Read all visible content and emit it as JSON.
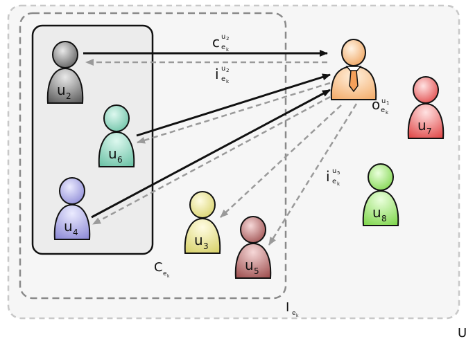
{
  "colors": {
    "outer_region_fill": "#f6f6f6",
    "outer_region_stroke": "#c8c8c8",
    "dashed_region_stroke": "#8a8a8a",
    "solid_box_fill": "#ececec",
    "solid_box_stroke": "#111111",
    "solid_arrow": "#111111",
    "dashed_arrow": "#9a9a9a"
  },
  "regions": {
    "universe": {
      "label": "U"
    },
    "influence": {
      "label": "I",
      "sub": "e",
      "subsub": "k"
    },
    "candidates": {
      "label": "C",
      "sub": "e",
      "subsub": "k"
    }
  },
  "center": {
    "label": "o",
    "sub": "e",
    "subsub": "k",
    "sup": "u",
    "supsub": "1",
    "icon": "businessman-icon",
    "colors": {
      "light": "#fde0c0",
      "mid": "#f7b77c",
      "dark": "#e08a3c",
      "tie": "#f5a05a"
    }
  },
  "users": [
    {
      "id": "u2",
      "label": "u",
      "sub": "2",
      "icon": "user-icon",
      "light": "#e9e9e9",
      "dark": "#5a5a5a"
    },
    {
      "id": "u6",
      "label": "u",
      "sub": "6",
      "icon": "user-icon",
      "light": "#ddf8ef",
      "dark": "#6cc2a6"
    },
    {
      "id": "u4",
      "label": "u",
      "sub": "4",
      "icon": "user-icon",
      "light": "#ebebff",
      "dark": "#8d8ad6"
    },
    {
      "id": "u3",
      "label": "u",
      "sub": "3",
      "icon": "user-icon",
      "light": "#fffce2",
      "dark": "#d8d26a"
    },
    {
      "id": "u5",
      "label": "u",
      "sub": "5",
      "icon": "user-icon",
      "light": "#f6d8d8",
      "dark": "#9e4f4f"
    },
    {
      "id": "u7",
      "label": "u",
      "sub": "7",
      "icon": "user-icon",
      "light": "#ffe2e2",
      "dark": "#e04848"
    },
    {
      "id": "u8",
      "label": "u",
      "sub": "8",
      "icon": "user-icon",
      "light": "#eaffdc",
      "dark": "#80d64e"
    }
  ],
  "edge_labels": {
    "c": {
      "label": "c",
      "sup": "u",
      "supsub": "2",
      "sub": "e",
      "subsub": "k"
    },
    "i2": {
      "label": "i",
      "sup": "u",
      "supsub": "2",
      "sub": "e",
      "subsub": "k"
    },
    "i5": {
      "label": "i",
      "sup": "u",
      "supsub": "5",
      "sub": "e",
      "subsub": "k"
    }
  }
}
